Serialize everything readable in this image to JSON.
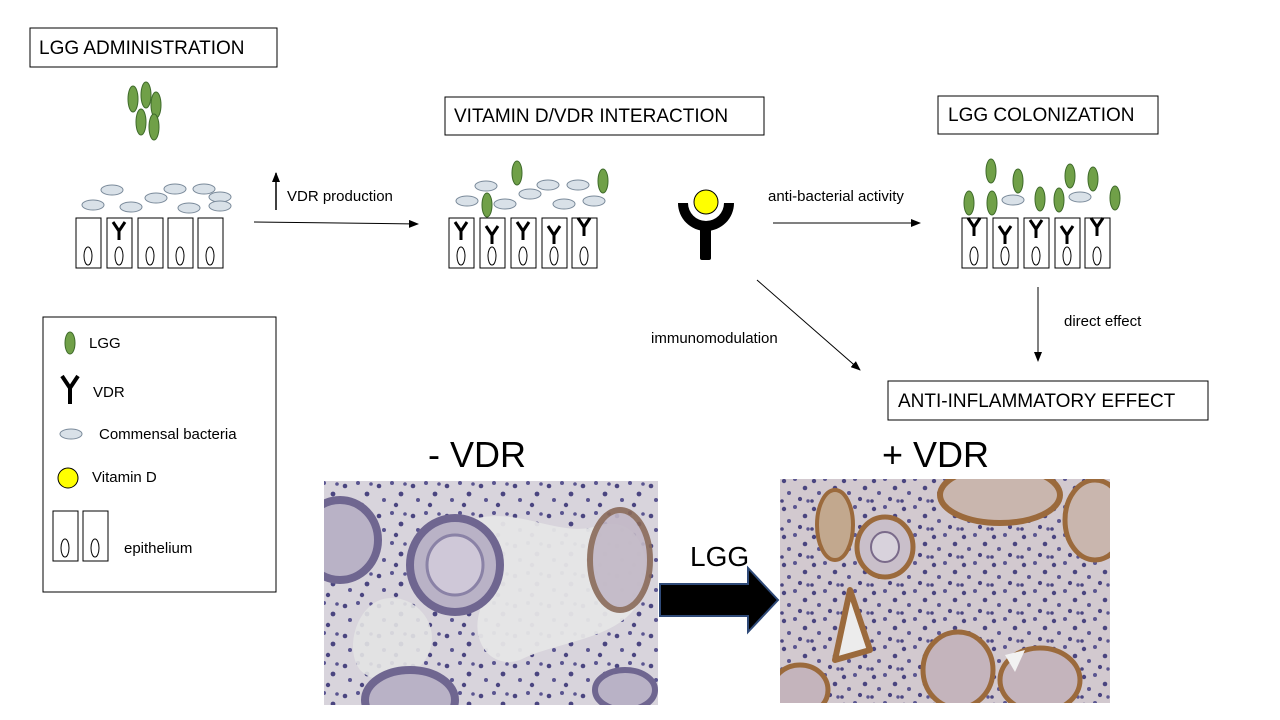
{
  "titles": {
    "administration": "LGG ADMINISTRATION",
    "interaction": "VITAMIN D/VDR INTERACTION",
    "colonization": "LGG COLONIZATION",
    "effect": "ANTI-INFLAMMATORY EFFECT"
  },
  "arrows": {
    "vdr_production": "VDR production",
    "anti_bacterial": "anti-bacterial activity",
    "immunomodulation": "immunomodulation",
    "direct_effect": "direct effect",
    "lgg": "LGG"
  },
  "legend": {
    "lgg": "LGG",
    "vdr": "VDR",
    "commensal": "Commensal bacteria",
    "vitamin_d": "Vitamin D",
    "epithelium": "epithelium"
  },
  "panels": {
    "minus_vdr": "- VDR",
    "plus_vdr": "+ VDR"
  },
  "colors": {
    "lgg_green": "#70a048",
    "commensal_fill": "#d9e1e8",
    "vitamin_d_yellow": "#ffff00",
    "tissue_bg_left": "#d6d2da",
    "tissue_bg_right": "#cfc4c9",
    "nuclei": "#4a4580",
    "stain_brown": "#9b6a3c",
    "arrow_fill": "#000000",
    "arrow_border": "#2f4a78"
  }
}
